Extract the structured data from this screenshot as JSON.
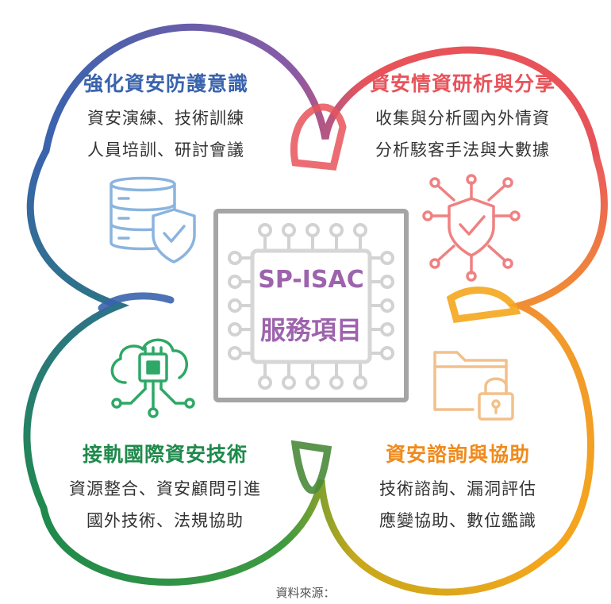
{
  "center": {
    "line1": "SP-ISAC",
    "line2": "服務項目",
    "text_color": "#9e63ad",
    "chip_color": "#c9c9c9",
    "chip_frame_color": "#a5a5a5"
  },
  "quadrants": [
    {
      "title": "強化資安防護意識",
      "line1": "資安演練、技術訓練",
      "line2": "人員培訓、研討會議",
      "color": "#3a63ad",
      "icon": "database-shield-icon"
    },
    {
      "title": "資安情資研析與分享",
      "line1": "收集與分析國內外情資",
      "line2": "分析駭客手法與大數據",
      "color": "#e8535a",
      "icon": "shield-network-icon"
    },
    {
      "title": "接軌國際資安技術",
      "line1": "資源整合、資安顧問引進",
      "line2": "國外技術、法規協助",
      "color": "#1f8a4c",
      "icon": "cloud-chip-icon"
    },
    {
      "title": "資安諮詢與協助",
      "line1": "技術諮詢、漏洞評估",
      "line2": "應變協助、數位鑑識",
      "color": "#f08a1c",
      "icon": "folder-lock-icon"
    }
  ],
  "source_label": "資料來源："
}
